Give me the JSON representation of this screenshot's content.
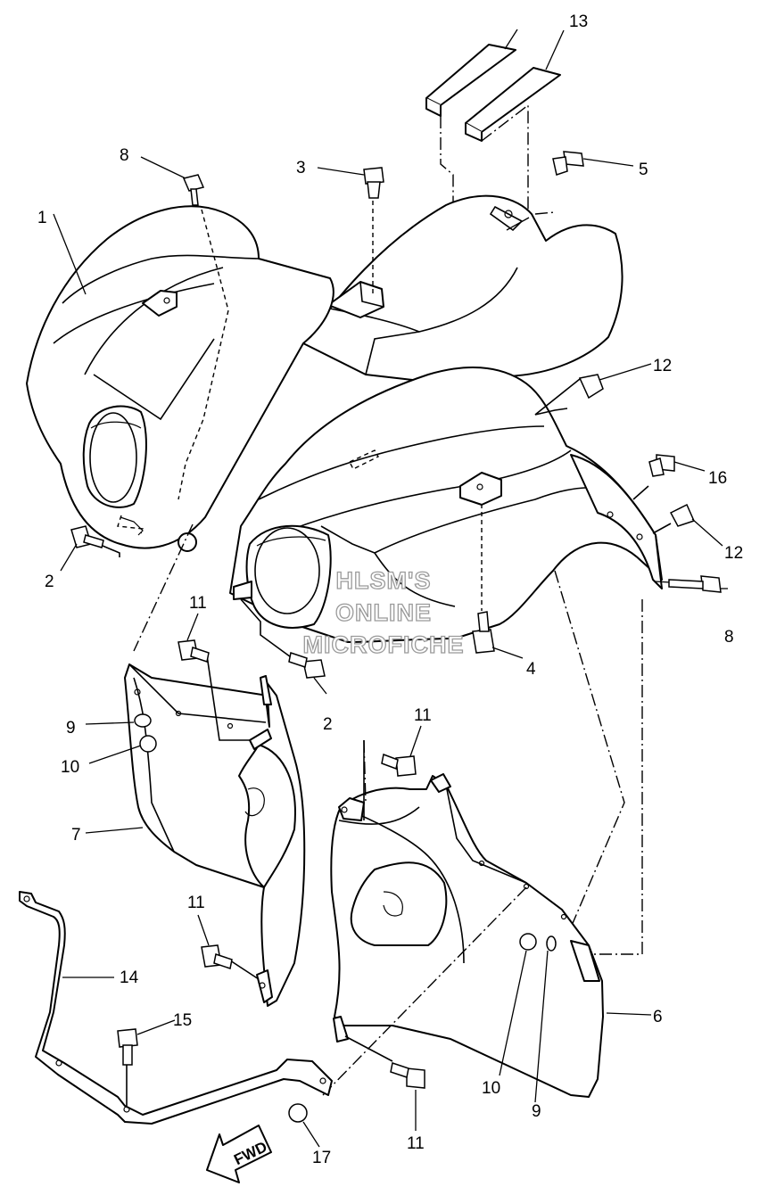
{
  "callouts": [
    {
      "id": "c1",
      "text": "1"
    },
    {
      "id": "c2a",
      "text": "2"
    },
    {
      "id": "c2b",
      "text": "2"
    },
    {
      "id": "c3",
      "text": "3"
    },
    {
      "id": "c4",
      "text": "4"
    },
    {
      "id": "c5",
      "text": "5"
    },
    {
      "id": "c6",
      "text": "6"
    },
    {
      "id": "c7",
      "text": "7"
    },
    {
      "id": "c8a",
      "text": "8"
    },
    {
      "id": "c8b",
      "text": "8"
    },
    {
      "id": "c9a",
      "text": "9"
    },
    {
      "id": "c9b",
      "text": "9"
    },
    {
      "id": "c10a",
      "text": "10"
    },
    {
      "id": "c10b",
      "text": "10"
    },
    {
      "id": "c11a",
      "text": "11"
    },
    {
      "id": "c11b",
      "text": "11"
    },
    {
      "id": "c11c",
      "text": "11"
    },
    {
      "id": "c11d",
      "text": "11"
    },
    {
      "id": "c12a",
      "text": "12"
    },
    {
      "id": "c12b",
      "text": "12"
    },
    {
      "id": "c13",
      "text": "13"
    },
    {
      "id": "c14",
      "text": "14"
    },
    {
      "id": "c15",
      "text": "15"
    },
    {
      "id": "c16",
      "text": "16"
    },
    {
      "id": "c17",
      "text": "17"
    }
  ],
  "watermark": {
    "line1": "HLSM'S",
    "line2": "ONLINE",
    "line3": "MICROFICHE"
  },
  "direction_arrow": {
    "text": "FWD"
  }
}
